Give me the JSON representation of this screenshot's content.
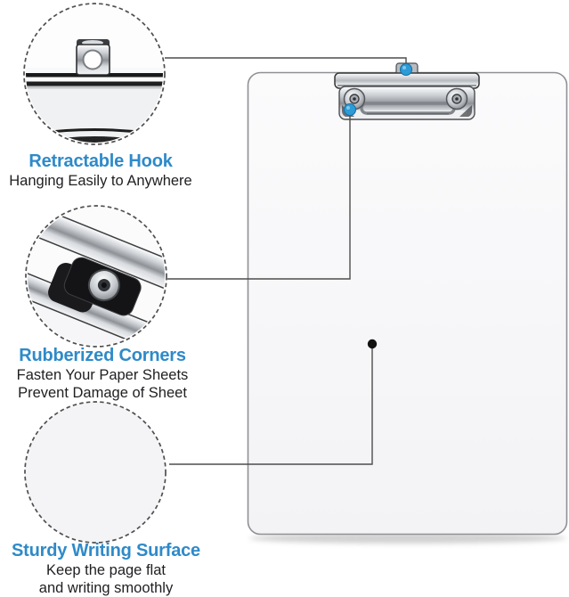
{
  "colors": {
    "heading_blue": "#2e8ac9",
    "body_text": "#1f1f22",
    "marker_blue": "#2c9bd6",
    "marker_black": "#121212",
    "callout_line": "#4d4d4d",
    "board_fill": "#f7f7f9"
  },
  "markers": {
    "hook_marker": "blue-dot",
    "corner_marker": "blue-dot",
    "surface_marker": "black-dot"
  },
  "callouts": [
    {
      "title": "Retractable Hook",
      "lines": [
        "Hanging Easily to Anywhere"
      ]
    },
    {
      "title": "Rubberized Corners",
      "lines": [
        "Fasten Your Paper Sheets",
        "Prevent Damage of Sheet"
      ]
    },
    {
      "title": "Sturdy Writing Surface",
      "lines": [
        "Keep the page flat",
        "and writing smoothly"
      ]
    }
  ]
}
